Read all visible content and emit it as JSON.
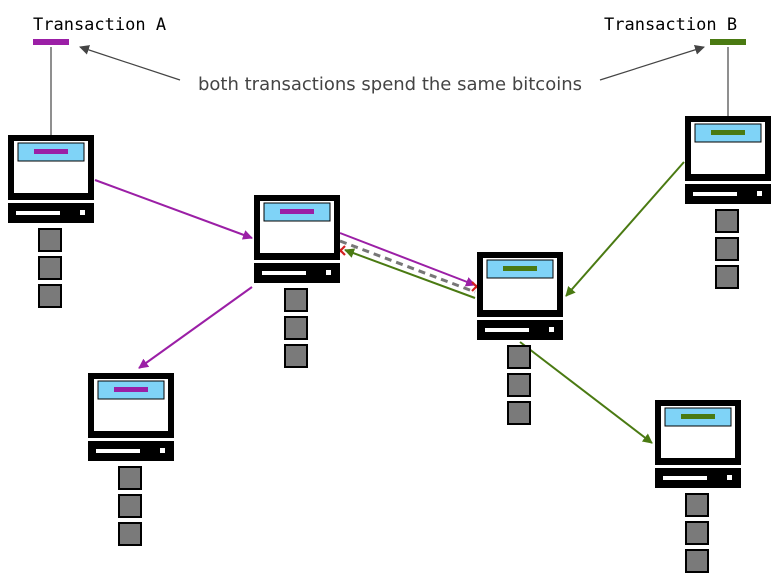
{
  "labels": {
    "tx_a": "Transaction A",
    "tx_b": "Transaction B",
    "caption": "both transactions spend the same bitcoins"
  },
  "colors": {
    "tx_a": "#9b1fa6",
    "tx_b": "#4a7a12",
    "screen": "#7fd3f7",
    "block": "#7a7a7a",
    "conflict": "#d11f1f",
    "dashed_link": "#777777"
  },
  "nodes": [
    {
      "id": "node-1",
      "holds": "tx_a",
      "blocks": 3
    },
    {
      "id": "node-2",
      "holds": "tx_a",
      "blocks": 3
    },
    {
      "id": "node-3",
      "holds": "tx_a",
      "blocks": 3
    },
    {
      "id": "node-4",
      "holds": "tx_b",
      "blocks": 3
    },
    {
      "id": "node-5",
      "holds": "tx_b",
      "blocks": 3
    },
    {
      "id": "node-6",
      "holds": "tx_b",
      "blocks": 3
    }
  ]
}
